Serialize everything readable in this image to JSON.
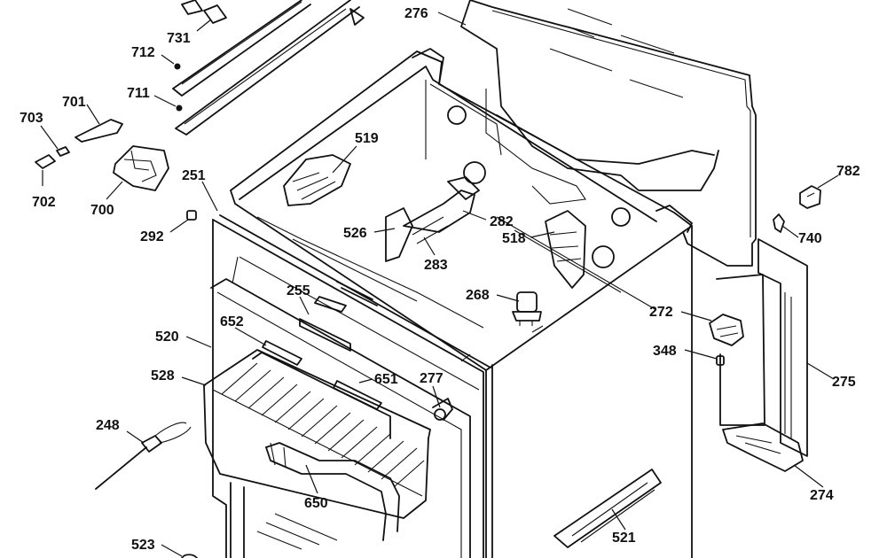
{
  "diagram": {
    "labels": {
      "p276": "276",
      "p731": "731",
      "p712": "712",
      "p711": "711",
      "p701": "701",
      "p703": "703",
      "p702": "702",
      "p700": "700",
      "p251": "251",
      "p292": "292",
      "p519": "519",
      "p526": "526",
      "p282": "282",
      "p283": "283",
      "p518": "518",
      "p255": "255",
      "p268": "268",
      "p520": "520",
      "p652": "652",
      "p528": "528",
      "p651": "651",
      "p277": "277",
      "p248": "248",
      "p650": "650",
      "p523": "523",
      "p782": "782",
      "p740": "740",
      "p272": "272",
      "p348": "348",
      "p275": "275",
      "p274": "274",
      "p521": "521"
    }
  }
}
